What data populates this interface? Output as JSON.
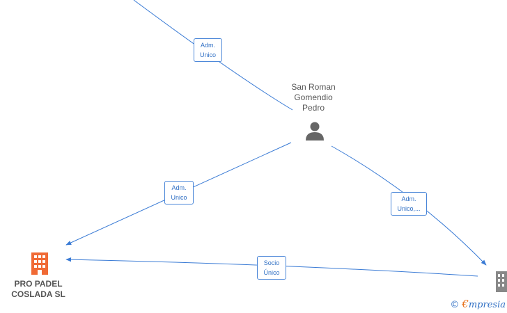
{
  "colors": {
    "edge": "#3a7bd5",
    "label_border": "#4a86d8",
    "label_text": "#2f6fc4",
    "person_icon": "#666666",
    "company_highlight": "#f06a35",
    "company_default": "#888888",
    "text": "#555555"
  },
  "nodes": {
    "person": {
      "name_lines": [
        "San Roman",
        "Gomendio",
        "Pedro"
      ],
      "icon": "person-icon"
    },
    "company_main": {
      "name_lines": [
        "PRO PADEL",
        "COSLADA  SL"
      ],
      "icon": "building-icon"
    },
    "company_other": {
      "icon": "building-icon"
    }
  },
  "edges": [
    {
      "id": "top-to-person",
      "label_lines": [
        "Adm.",
        "Unico"
      ]
    },
    {
      "id": "person-to-main",
      "label_lines": [
        "Adm.",
        "Unico"
      ]
    },
    {
      "id": "person-to-other",
      "label_lines": [
        "Adm.",
        "Unico,..."
      ]
    },
    {
      "id": "other-to-main",
      "label_lines": [
        "Socio",
        "Único"
      ]
    }
  ],
  "watermark": {
    "copyright": "©",
    "brand_initial": "€",
    "brand_rest": "mpresia"
  }
}
